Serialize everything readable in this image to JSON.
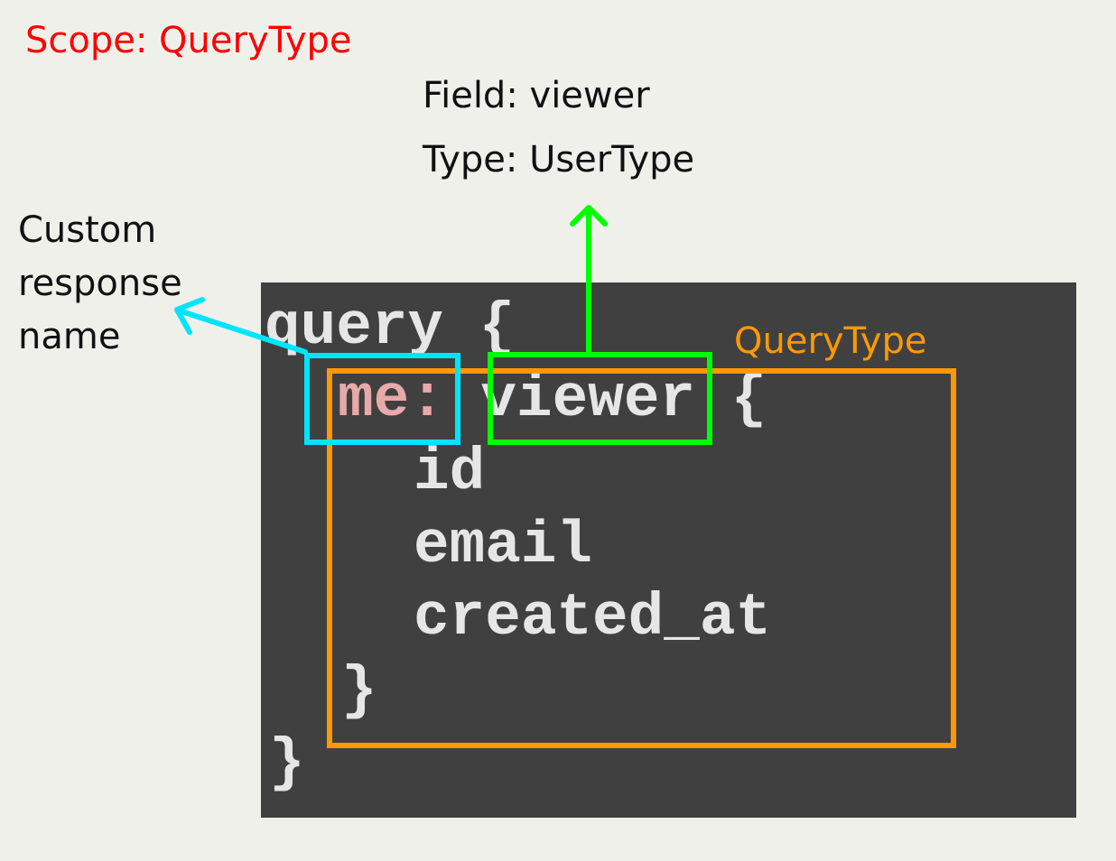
{
  "annotations": {
    "scope": "Scope: QueryType",
    "field": "Field: viewer",
    "type": "Type: UserType",
    "custom_line1": "Custom",
    "custom_line2": "response",
    "custom_line3": "name",
    "querytype_box": "QueryType"
  },
  "code": {
    "line1": "query {",
    "alias": "me:",
    "field": " viewer {",
    "line3": "id",
    "line4": "email",
    "line5": "created_at",
    "line6": "}",
    "line7": "}"
  },
  "colors": {
    "scope": "#ff0000",
    "alias_box": "#00e5ff",
    "field_box": "#00ff00",
    "type_box": "#ff9900",
    "panel": "#404040",
    "background": "#f0f0eb"
  }
}
